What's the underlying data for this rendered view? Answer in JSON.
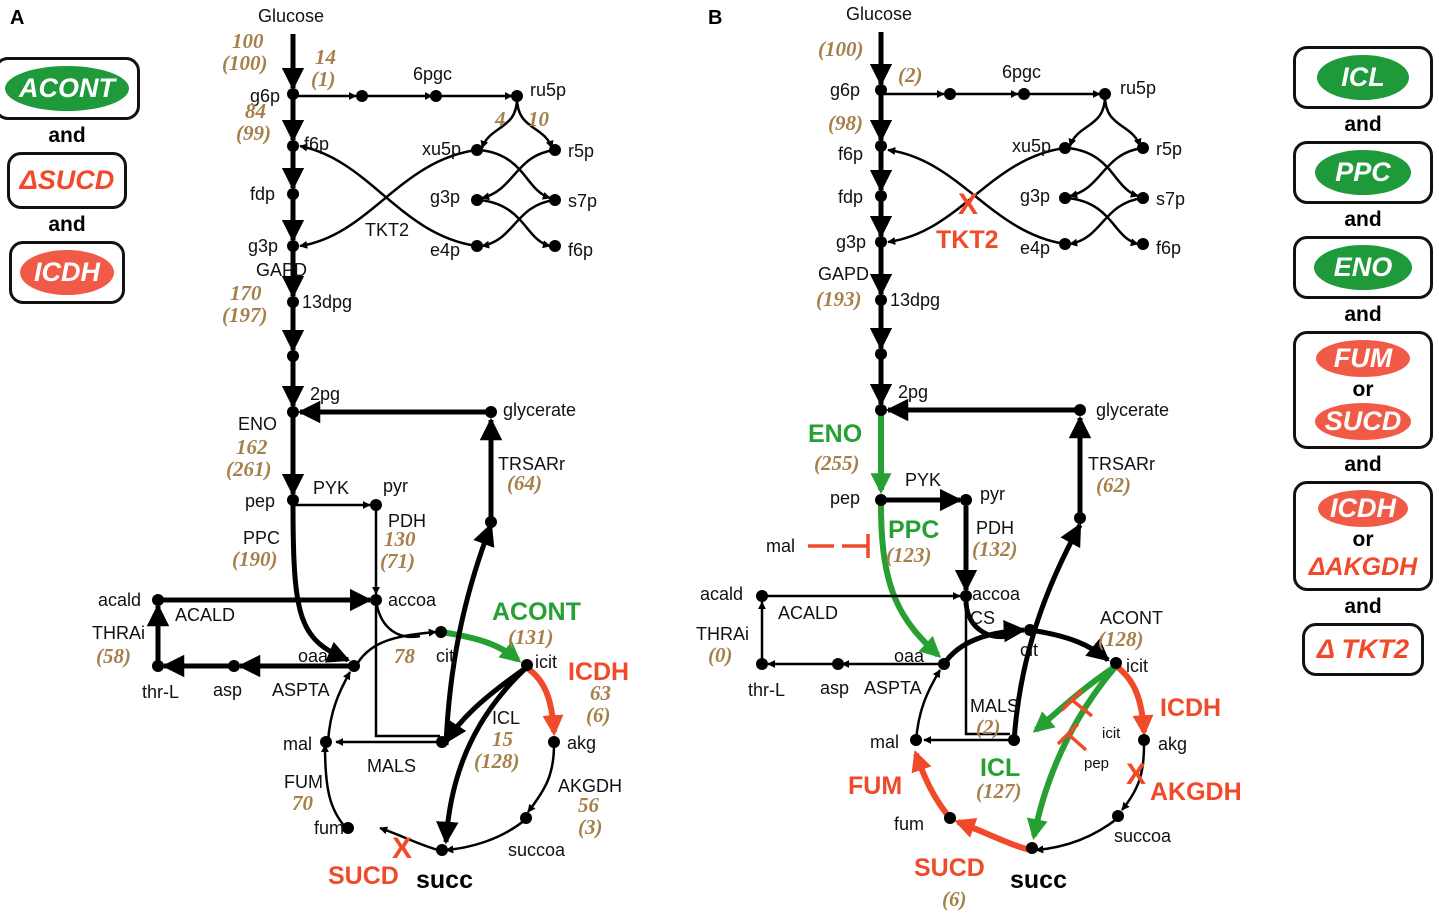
{
  "panels": {
    "a": "A",
    "b": "B"
  },
  "metabolites": {
    "glucose": "Glucose",
    "g6p": "g6p",
    "f6p": "f6p",
    "fdp": "fdp",
    "g3p": "g3p",
    "13dpg": "13dpg",
    "2pg": "2pg",
    "pep": "pep",
    "pyr": "pyr",
    "accoa": "accoa",
    "oaa": "oaa",
    "cit": "cit",
    "icit": "icit",
    "akg": "akg",
    "succoa": "succoa",
    "succ": "succ",
    "fum": "fum",
    "mal": "mal",
    "asp": "asp",
    "thrL": "thr-L",
    "acald": "acald",
    "glycerate": "glycerate",
    "6pgc": "6pgc",
    "ru5p": "ru5p",
    "xu5p": "xu5p",
    "r5p": "r5p",
    "s7p": "s7p",
    "e4p": "e4p",
    "f6p2": "f6p"
  },
  "reactions": {
    "gapd": "GAPD",
    "eno": "ENO",
    "ppc": "PPC",
    "pyk": "PYK",
    "pdh": "PDH",
    "acald": "ACALD",
    "thrai": "THRAi",
    "aspta": "ASPTA",
    "trsarr": "TRSARr",
    "acont": "ACONT",
    "icdh": "ICDH",
    "icl": "ICL",
    "mals": "MALS",
    "akgdh": "AKGDH",
    "sucd": "SUCD",
    "fum": "FUM",
    "tkt2": "TKT2",
    "cs": "CS"
  },
  "knockout_mark": "X",
  "inhibitors": {
    "mal": "mal",
    "icit": "icit",
    "pep": "pep"
  },
  "fluxes_a": {
    "glc": "100",
    "glc_p": "(100)",
    "ppp": "14",
    "ppp_p": "(1)",
    "pgi": "84",
    "pgi_p": "(99)",
    "ru5p_a": "4",
    "ru5p_b": "10",
    "gapd": "170",
    "gapd_p": "(197)",
    "eno": "162",
    "eno_p": "(261)",
    "ppc_p": "(190)",
    "pdh": "130",
    "pdh_p": "(71)",
    "thrai_p": "(58)",
    "trsarr_p": "(64)",
    "acont_p": "(131)",
    "cs": "78",
    "icdh": "63",
    "icdh_p": "(6)",
    "icl": "15",
    "icl_p": "(128)",
    "fum": "70",
    "akgdh": "56",
    "akgdh_p": "(3)"
  },
  "fluxes_b": {
    "glc_p": "(100)",
    "ppp_p": "(2)",
    "pgi_p": "(98)",
    "gapd_p": "(193)",
    "eno_p": "(255)",
    "ppc_p": "(123)",
    "pdh_p": "(132)",
    "thrai_p": "(0)",
    "trsarr_p": "(62)",
    "acont_p": "(128)",
    "mals_p": "(2)",
    "icl_p": "(127)",
    "sucd_p": "(6)"
  },
  "legend_a": [
    {
      "type": "up",
      "text": "ACONT"
    },
    {
      "type": "and",
      "text": "and"
    },
    {
      "type": "del",
      "text": "ΔSUCD"
    },
    {
      "type": "and",
      "text": "and"
    },
    {
      "type": "down",
      "text": "ICDH"
    }
  ],
  "legend_b": [
    {
      "type": "up",
      "text": "ICL"
    },
    {
      "type": "and",
      "text": "and"
    },
    {
      "type": "up",
      "text": "PPC"
    },
    {
      "type": "and",
      "text": "and"
    },
    {
      "type": "up",
      "text": "ENO"
    },
    {
      "type": "and",
      "text": "and"
    },
    {
      "type": "or_pair",
      "first": "FUM",
      "or": "or",
      "second": "SUCD"
    },
    {
      "type": "and",
      "text": "and"
    },
    {
      "type": "or_mixed",
      "first": "ICDH",
      "or": "or",
      "second": "ΔAKGDH"
    },
    {
      "type": "and",
      "text": "and"
    },
    {
      "type": "del",
      "text": "Δ TKT2"
    }
  ],
  "colors": {
    "up": "#1e9a3a",
    "down": "#f25a48",
    "deleted": "#f04a2a",
    "flux": "#a5804a",
    "lines": "#000000"
  }
}
